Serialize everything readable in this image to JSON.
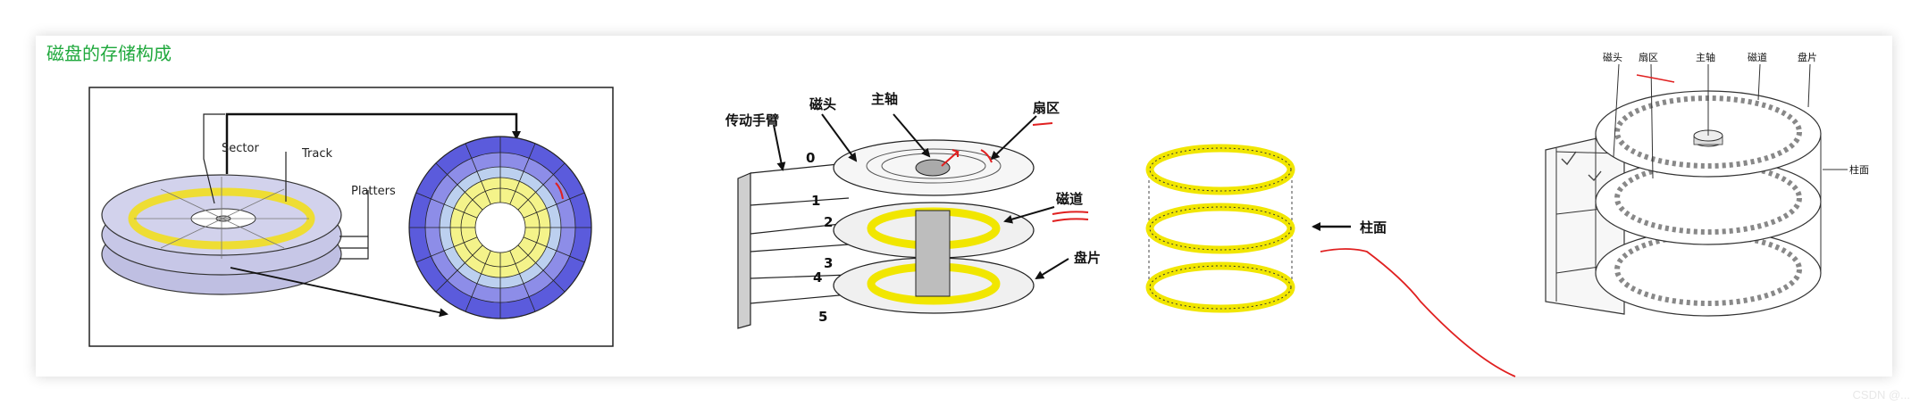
{
  "page": {
    "title": "磁盘的存储构成",
    "watermark": "CSDN @..."
  },
  "figure1": {
    "labels": {
      "sector": "Sector",
      "track": "Track",
      "platters": "Platters"
    }
  },
  "figure2": {
    "labels": {
      "arm": "传动手臂",
      "head": "磁头",
      "spindle": "主轴",
      "sector": "扇区",
      "track": "磁道",
      "platter": "盘片"
    },
    "surface_numbers": [
      "0",
      "1",
      "2",
      "3",
      "4",
      "5"
    ]
  },
  "figure3": {
    "labels": {
      "cylinder": "柱面"
    }
  },
  "figure4": {
    "labels": {
      "head": "磁头",
      "sector": "扇区",
      "spindle": "主轴",
      "track": "磁道",
      "platter": "盘片",
      "cylinder": "柱面"
    }
  },
  "colors": {
    "title_green": "#1fa83c",
    "track_yellow": "#f5f03a",
    "platter_blue": "#5555dd",
    "annotation_red": "#e02020"
  }
}
